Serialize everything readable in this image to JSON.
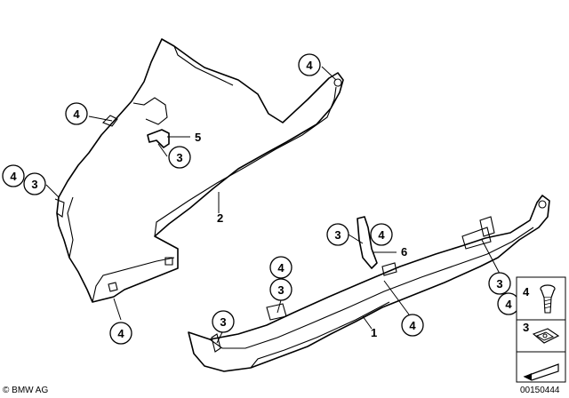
{
  "callouts": {
    "c_4_top_right": "4",
    "c_4_upper_left": "4",
    "c_3_bracket5": "3",
    "c_4_left": "4",
    "c_3_left": "3",
    "c_4_bottom_left": "4",
    "c_3_part6": "3",
    "c_4_part6": "4",
    "c_4_mid": "4",
    "c_3_mid": "3",
    "c_3_bottom": "3",
    "c_4_right_part1": "4",
    "c_3_right": "3",
    "c_4_right": "4"
  },
  "part_numbers": {
    "part_1": "1",
    "part_2": "2",
    "part_5": "5",
    "part_6": "6"
  },
  "legend": {
    "screw_label": "4",
    "clip_label": "3"
  },
  "footer": {
    "brand": "© BMW AG",
    "image_number": "00150444"
  }
}
